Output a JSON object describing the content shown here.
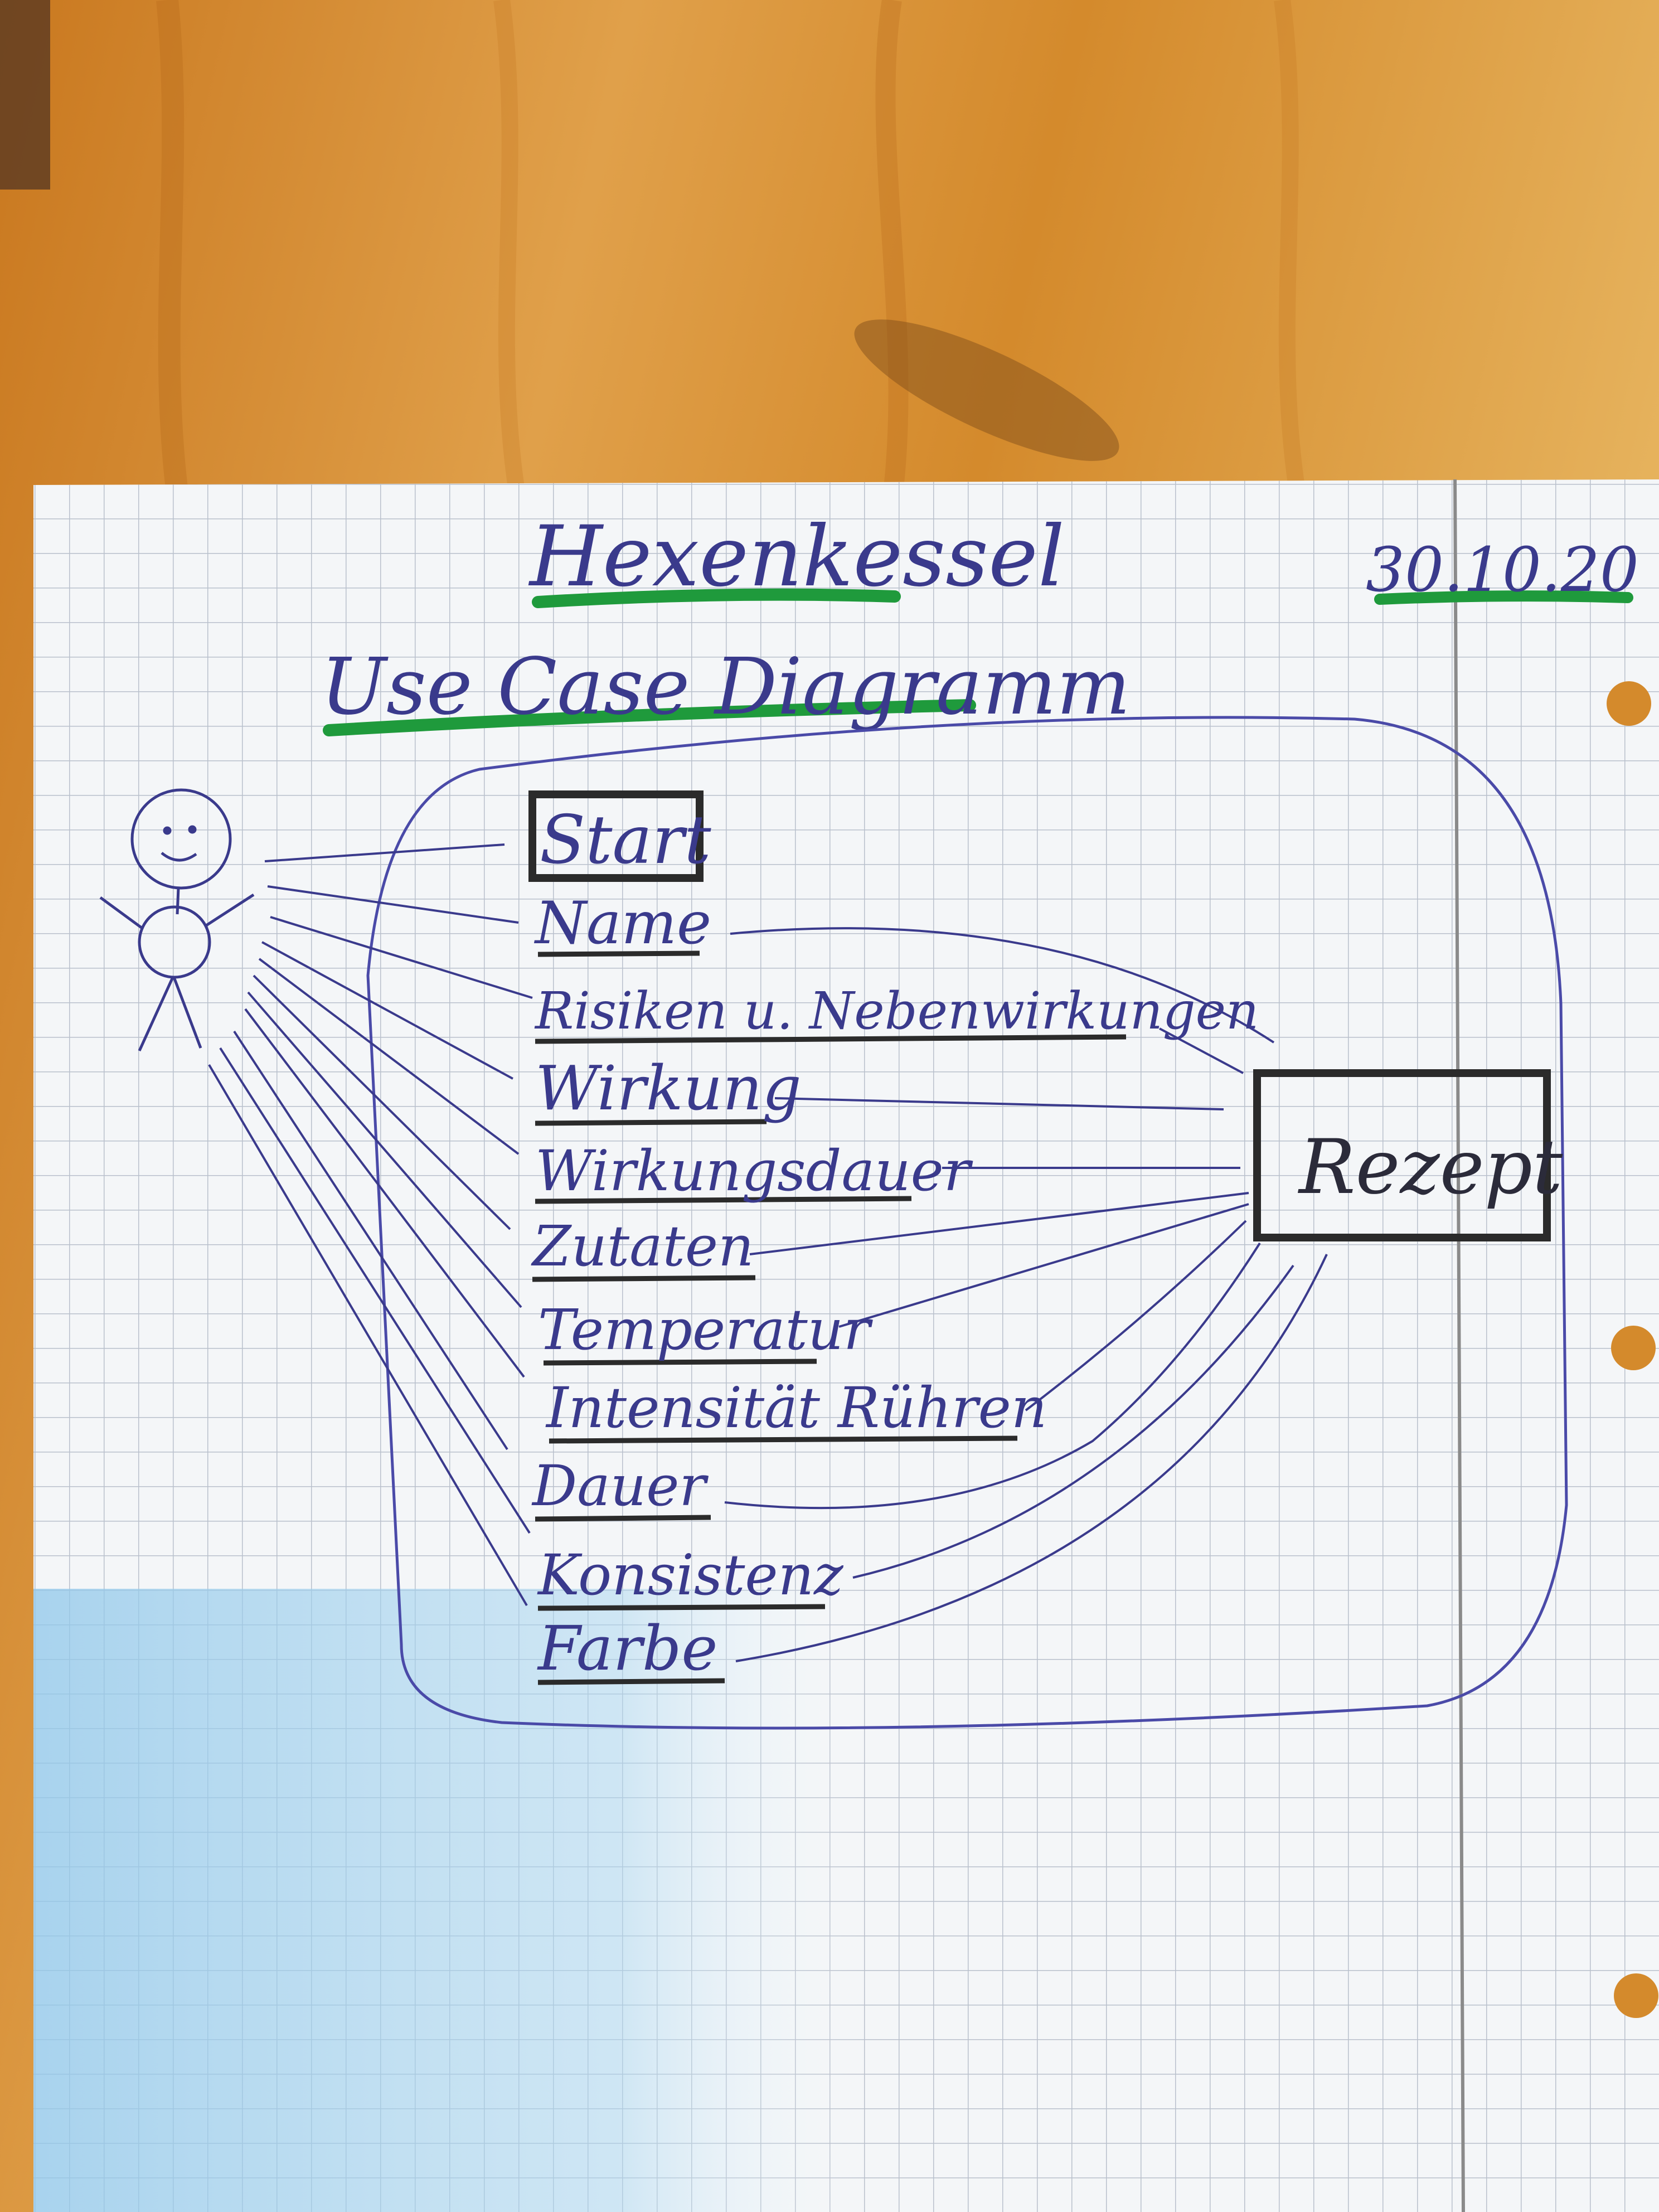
{
  "title": "Hexenkessel",
  "date": "30.10.20",
  "subtitle": "Use Case Diagramm",
  "use_cases": [
    "Start",
    "Name",
    "Risiken u. Nebenwirkungen",
    "Wirkung",
    "Wirkungsdauer",
    "Zutaten",
    "Temperatur",
    "Intensität Rühren",
    "Dauer",
    "Konsistenz",
    "Farbe"
  ],
  "recipe_box": "Rezept",
  "colors": {
    "ink": "#3a3a8c",
    "marker": "#2b2b2b",
    "highlight": "#1f9a3c",
    "paper": "#f4f6f8",
    "grid": "#b9c0cc",
    "wood": "#d48a2c",
    "margin_line": "#8a8a8a"
  }
}
